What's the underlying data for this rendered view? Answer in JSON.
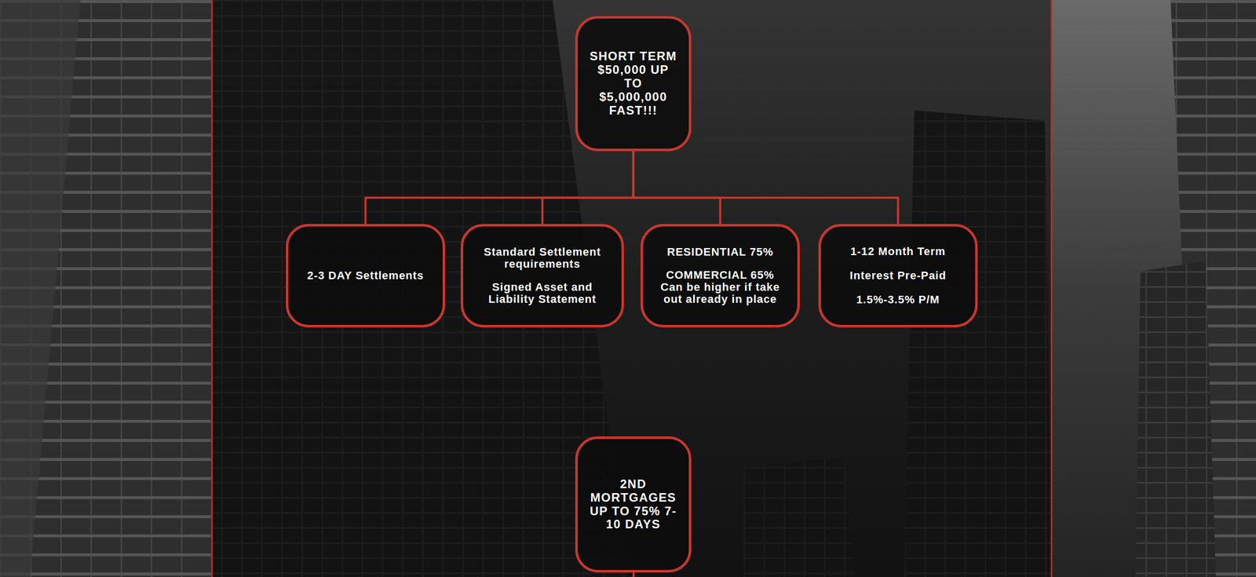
{
  "diagram": {
    "nodes": [
      {
        "text": [
          "SHORT TERM $50,000 UP TO $5,000,000 FAST!!!"
        ]
      },
      {
        "text": [
          "2-3 DAY Settlements"
        ]
      },
      {
        "text": [
          "Standard Settlement requirements",
          "Signed Asset and Liability Statement"
        ]
      },
      {
        "text": [
          "RESIDENTIAL 75%",
          "COMMERCIAL 65%",
          "Can be higher if take out already in place"
        ]
      },
      {
        "text": [
          "1-12 Month Term",
          "Interest Pre-Paid",
          "1.5%-3.5% P/M"
        ]
      },
      {
        "text": [
          "2ND MORTGAGES UP TO 75% 7-10 DAYS"
        ]
      }
    ],
    "edges": [
      {
        "from": 0,
        "to": 1,
        "arrow": "none"
      },
      {
        "from": 0,
        "to": 2,
        "arrow": "none"
      },
      {
        "from": 0,
        "to": 3,
        "arrow": "none"
      },
      {
        "from": 0,
        "to": 4,
        "arrow": "none"
      }
    ]
  }
}
